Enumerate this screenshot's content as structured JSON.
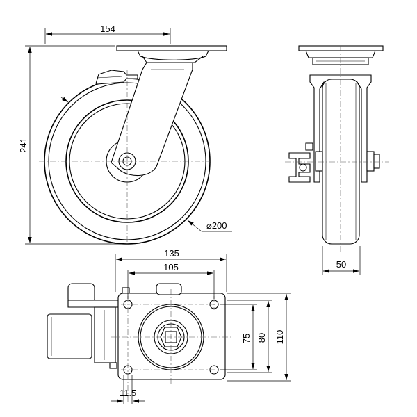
{
  "dimensions": {
    "top_plate_width": "154",
    "overall_height": "241",
    "wheel_diameter": "⌀200",
    "wheel_width": "50",
    "plate_length": "135",
    "hole_spacing_length": "105",
    "hole_spacing_width": "75",
    "plate_width_inner": "80",
    "plate_width": "110",
    "hole_diameter": "11.5"
  }
}
